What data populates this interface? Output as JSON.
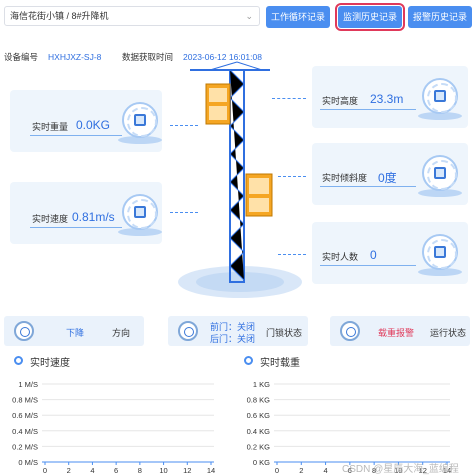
{
  "header": {
    "breadcrumb": "海信花街小镇 / 8#升降机",
    "buttons": {
      "work_cycle": "工作循环记录",
      "monitor_history": "监测历史记录",
      "alarm_history": "报警历史记录"
    }
  },
  "device": {
    "id_label": "设备编号",
    "id_value": "HXHJXZ-SJ-8",
    "time_label": "数据获取时间",
    "time_value": "2023-06-12 16:01:08"
  },
  "metrics": {
    "load": {
      "label": "实时重量",
      "value": "0.0KG",
      "icon": "scale-icon"
    },
    "speed": {
      "label": "实时速度",
      "value": "0.81m/s",
      "icon": "speedometer-icon"
    },
    "height": {
      "label": "实时高度",
      "value": "23.3m",
      "icon": "height-gauge-icon"
    },
    "tilt": {
      "label": "实时倾斜度",
      "value": "0度",
      "icon": "tilt-icon"
    },
    "people": {
      "label": "实时人数",
      "value": "0",
      "icon": "people-icon"
    }
  },
  "status": {
    "direction": {
      "value": "下降",
      "label": "方向"
    },
    "door": {
      "front": "前门：关闭",
      "back": "后门：关闭",
      "label": "门锁状态"
    },
    "run": {
      "value": "载重报警",
      "label": "运行状态"
    }
  },
  "colors": {
    "accent": "#4a8ef0",
    "value_blue": "#2f6fe0",
    "alarm": "#e0395a",
    "card_bg": "#eef5fc"
  },
  "chart_data": [
    {
      "type": "line",
      "title": "实时速度",
      "y_ticks": [
        "1 M/S",
        "0.8 M/S",
        "0.6 M/S",
        "0.4 M/S",
        "0.2 M/S",
        "0 M/S"
      ],
      "ylim": [
        0,
        1
      ],
      "x_ticks": [
        "0",
        "2",
        "4",
        "6",
        "8",
        "10",
        "12",
        "14"
      ],
      "grid": true
    },
    {
      "type": "line",
      "title": "实时载重",
      "y_ticks": [
        "1 KG",
        "0.8 KG",
        "0.6 KG",
        "0.4 KG",
        "0.2 KG",
        "0 KG"
      ],
      "ylim": [
        0,
        1
      ],
      "x_ticks": [
        "0",
        "2",
        "4",
        "6",
        "8",
        "10",
        "12",
        "14"
      ],
      "grid": true
    }
  ],
  "watermark": "CSDN @星辰大海_蓝编程"
}
